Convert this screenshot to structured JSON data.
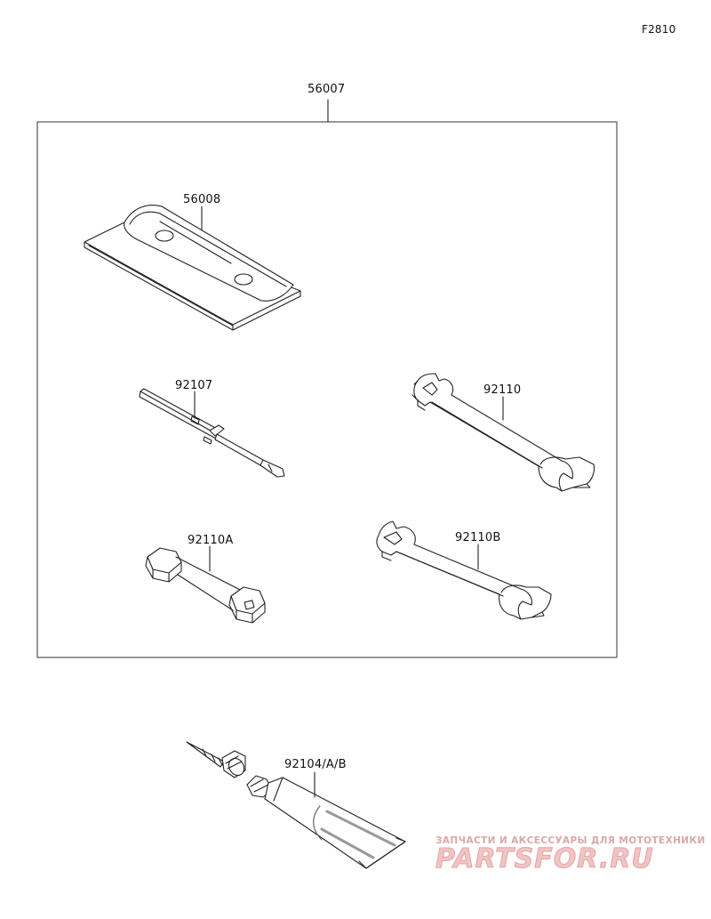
{
  "figure_code": "F2810",
  "kit": {
    "part_no": "56007"
  },
  "parts": [
    {
      "id": "case",
      "part_no": "56008"
    },
    {
      "id": "screwdriver",
      "part_no": "92107"
    },
    {
      "id": "wrench-a",
      "part_no": "92110"
    },
    {
      "id": "socket-wrench",
      "part_no": "92110A"
    },
    {
      "id": "wrench-b",
      "part_no": "92110B"
    },
    {
      "id": "grease-tube",
      "part_no": "92104/A/B"
    }
  ],
  "watermark": {
    "tagline": "ЗАПЧАСТИ И АКСЕССУАРЫ ДЛЯ МОТОТЕХНИКИ",
    "logo": "PARTSFOR.RU"
  }
}
